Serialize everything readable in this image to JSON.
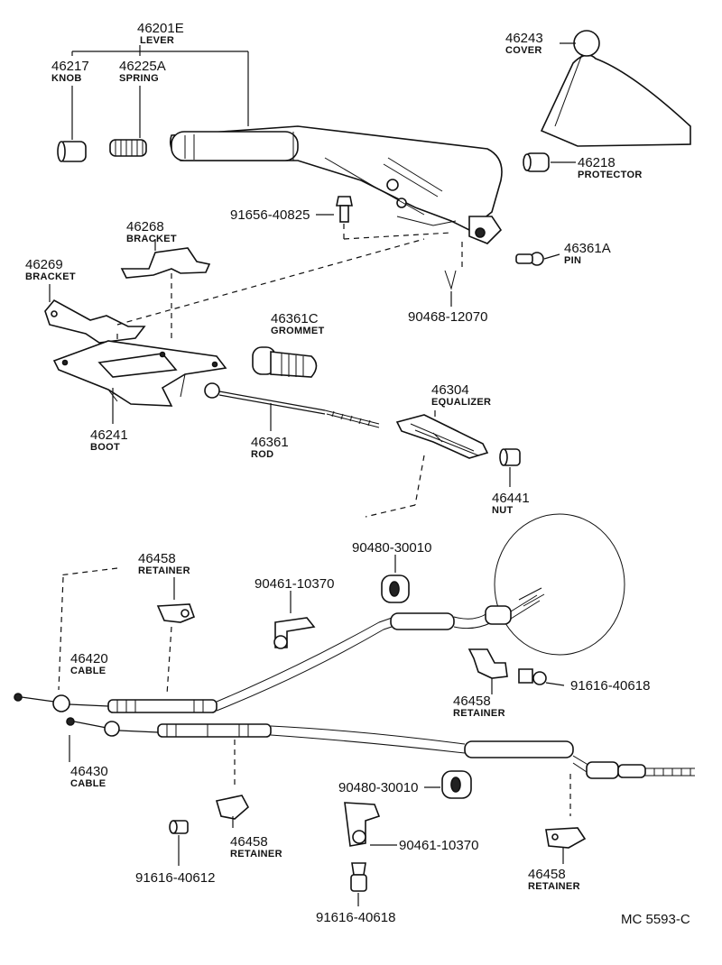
{
  "labels": {
    "lever": {
      "number": "46201E",
      "name": "LEVER"
    },
    "knob": {
      "number": "46217",
      "name": "KNOB"
    },
    "spring": {
      "number": "46225A",
      "name": "SPRING"
    },
    "cover": {
      "number": "46243",
      "name": "COVER"
    },
    "protector": {
      "number": "46218",
      "name": "PROTECTOR"
    },
    "bolt_lever": {
      "number": "91656-40825"
    },
    "pin": {
      "number": "46361A",
      "name": "PIN"
    },
    "clip": {
      "number": "90468-12070"
    },
    "bracket_a": {
      "number": "46268",
      "name": "BRACKET"
    },
    "bracket_b": {
      "number": "46269",
      "name": "BRACKET"
    },
    "grommet": {
      "number": "46361C",
      "name": "GROMMET"
    },
    "boot": {
      "number": "46241",
      "name": "BOOT"
    },
    "rod": {
      "number": "46361",
      "name": "ROD"
    },
    "equalizer": {
      "number": "46304",
      "name": "EQUALIZER"
    },
    "nut": {
      "number": "46441",
      "name": "NUT"
    },
    "retainer_1": {
      "number": "46458",
      "name": "RETAINER"
    },
    "grommet_top": {
      "number": "90480-30010"
    },
    "clamp_top": {
      "number": "90461-10370"
    },
    "cable_1": {
      "number": "46420",
      "name": "CABLE"
    },
    "retainer_2": {
      "number": "46458",
      "name": "RETAINER"
    },
    "bolt_right": {
      "number": "91616-40618"
    },
    "cable_2": {
      "number": "46430",
      "name": "CABLE"
    },
    "grommet_bot": {
      "number": "90480-30010"
    },
    "clamp_bot": {
      "number": "90461-10370"
    },
    "retainer_3": {
      "number": "46458",
      "name": "RETAINER"
    },
    "retainer_4": {
      "number": "46458",
      "name": "RETAINER"
    },
    "bolt_left": {
      "number": "91616-40612"
    },
    "bolt_bottom": {
      "number": "91616-40618"
    }
  },
  "catalog_code": "MC 5593-C"
}
